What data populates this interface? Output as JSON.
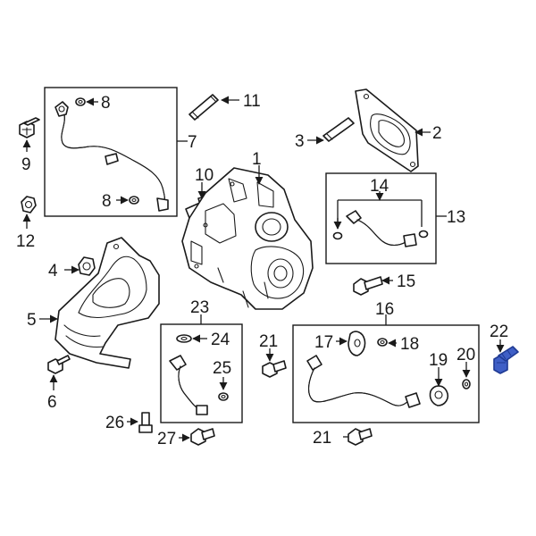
{
  "diagram": {
    "highlight_color": "#3f5fc6",
    "callouts": {
      "c1": "1",
      "c2": "2",
      "c3": "3",
      "c4": "4",
      "c5": "5",
      "c6": "6",
      "c7": "7",
      "c8a": "8",
      "c8b": "8",
      "c9": "9",
      "c10": "10",
      "c11": "11",
      "c12": "12",
      "c13": "13",
      "c14": "14",
      "c15": "15",
      "c16": "16",
      "c17": "17",
      "c18": "18",
      "c19": "19",
      "c20": "20",
      "c21a": "21",
      "c21b": "21",
      "c22": "22",
      "c23": "23",
      "c24": "24",
      "c25": "25",
      "c26": "26",
      "c27": "27"
    }
  }
}
